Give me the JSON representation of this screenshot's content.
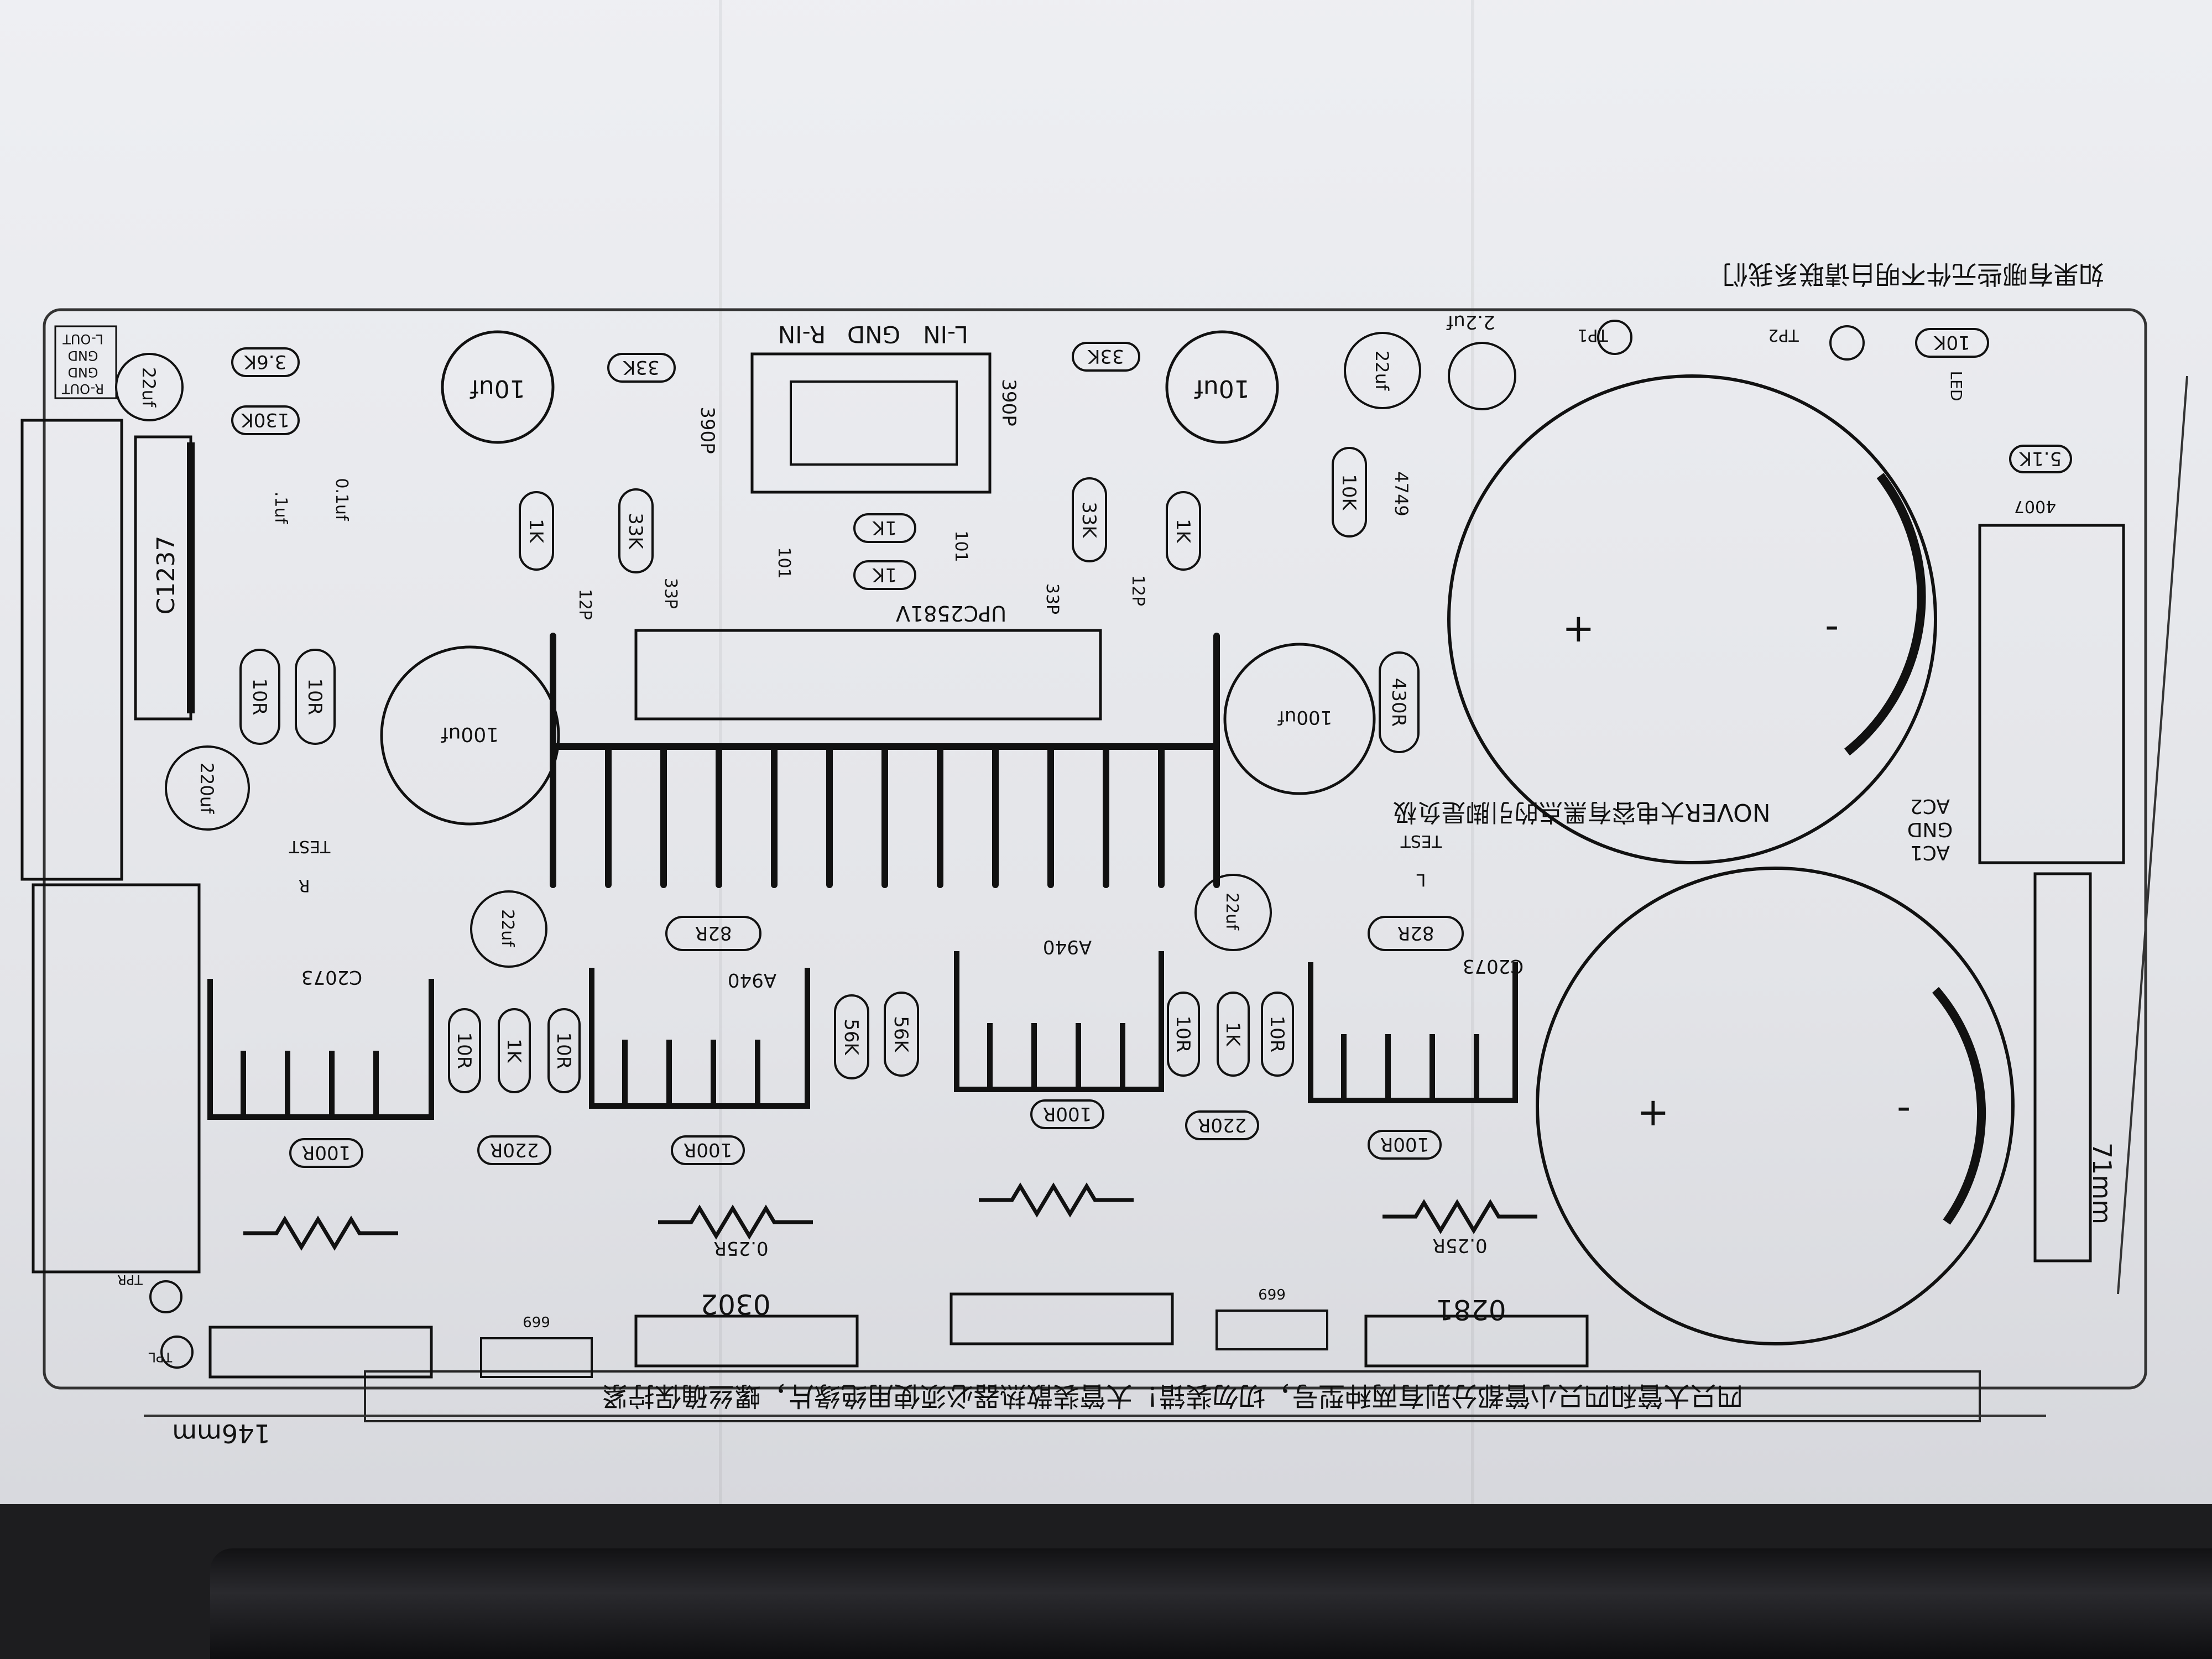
{
  "top_note": "如果有哪些元件不明白请联系我们",
  "bottom_note": "四只大管和四只小管都分别有两种型号，切勿装错！大管装散热器必须使用绝缘片，螺丝确保拧紧",
  "nover_note": "NOVER大电容有黑点的引脚是负极",
  "dimensions": {
    "width": "146mm",
    "height": "71mm"
  },
  "connectors": {
    "right_io": [
      "R-OUT",
      "GND",
      "GND",
      "L-OUT"
    ],
    "input_labels": [
      "L-IN",
      "GND",
      "R-IN"
    ],
    "ac": [
      "AC1",
      "GND",
      "AC2"
    ]
  },
  "ic": {
    "name": "UPC2581V",
    "transistor_small": "C1237"
  },
  "test_points": [
    "TP1",
    "TP2",
    "TPL",
    "TPR"
  ],
  "test_labels": [
    "TEST",
    "TEST",
    "L",
    "R"
  ],
  "diodes": {
    "zener": "4749",
    "rect": "4007",
    "led": "LED"
  },
  "upper": {
    "r10k": "10K",
    "r51k": "5.1K",
    "r10k2": "10K",
    "r430": "430R",
    "c22a": "2.2uf",
    "c22b": "22uf",
    "c10a": "10uf",
    "c10b": "10uf",
    "c100a": "100uf",
    "c100b": "100uf",
    "r33k_a": "33K",
    "r33k_b": "33K",
    "r33k_c": "33K",
    "r33k_d": "33K",
    "r1k_a": "1K",
    "r1k_b": "1K",
    "r1k_c": "1K",
    "r1k_d": "1K",
    "c390_a": "390P",
    "c390_b": "390P",
    "c12p_a": "12P",
    "c12p_b": "12P",
    "c33p_a": "33P",
    "c33p_b": "33P",
    "c101_a": "101",
    "c101_b": "101",
    "r36k": "3.6K",
    "r130k": "130K",
    "c01_a": "0.1uf",
    "c01_b": ".1uf",
    "c22c": "22uf",
    "c220": "220uf",
    "r10r_a": "10R",
    "r10r_b": "10R"
  },
  "channels": [
    {
      "pre": "C2073",
      "drv": "A940",
      "r82": "82R",
      "c22": "22uf",
      "r10a": "10R",
      "r1k": "1K",
      "r10b": "10R",
      "r220": "220R",
      "r100a": "100R",
      "r100b": "100R",
      "r025": "0.25R",
      "pwr": "0281",
      "drv2": "669",
      "r56": "56K"
    },
    {
      "pre": "A940",
      "drv": "C2073",
      "r82": "82R",
      "c22": "22uf",
      "r10a": "10R",
      "r1k": "1K",
      "r10b": "10R",
      "r220": "220R",
      "r100a": "100R",
      "r100b": "100R",
      "r025": "0.25R",
      "pwr": "0302",
      "drv2": "669",
      "r56": "56K"
    }
  ],
  "polarity": {
    "plus": "+",
    "minus": "-"
  }
}
